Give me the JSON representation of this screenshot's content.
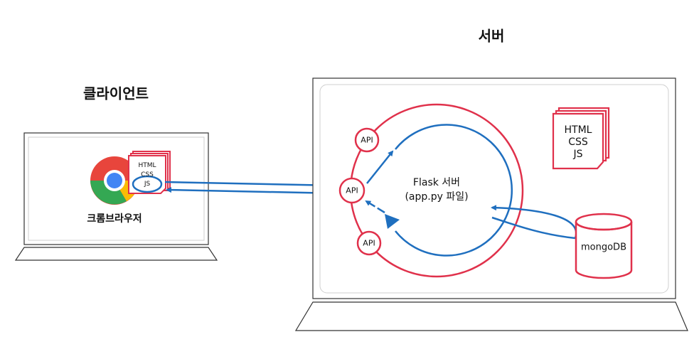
{
  "client": {
    "title": "클라이언트",
    "browser_label": "크롬브라우저",
    "files": [
      "HTML",
      "CSS",
      "JS"
    ]
  },
  "server": {
    "title": "서버",
    "flask_line1": "Flask 서버",
    "flask_line2": "(app.py 파일)",
    "api_top": "API",
    "api_mid": "API",
    "api_bottom": "API",
    "files": [
      "HTML",
      "CSS",
      "JS"
    ],
    "db_label": "mongoDB"
  },
  "colors": {
    "accent_red": "#e0314b",
    "accent_blue": "#1f6fbf",
    "outline": "#333333",
    "panel_border": "#cfcfcf"
  }
}
